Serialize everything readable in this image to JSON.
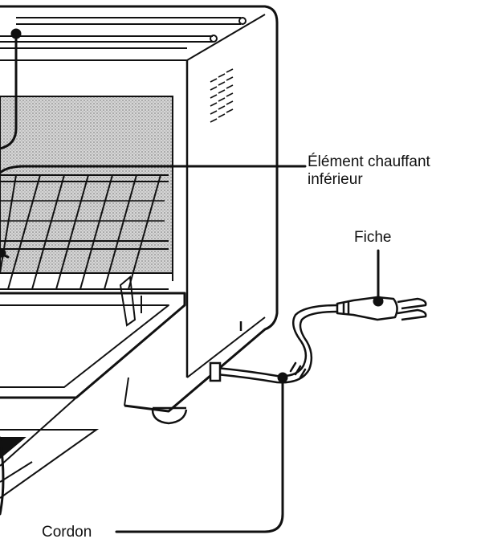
{
  "labels": {
    "element_line1": "Élément chauffant",
    "element_line2": "inférieur",
    "plug": "Fiche",
    "cord": "Cordon"
  },
  "colors": {
    "ink": "#111111",
    "mesh": "#bdbdbd",
    "paper": "#ffffff"
  }
}
